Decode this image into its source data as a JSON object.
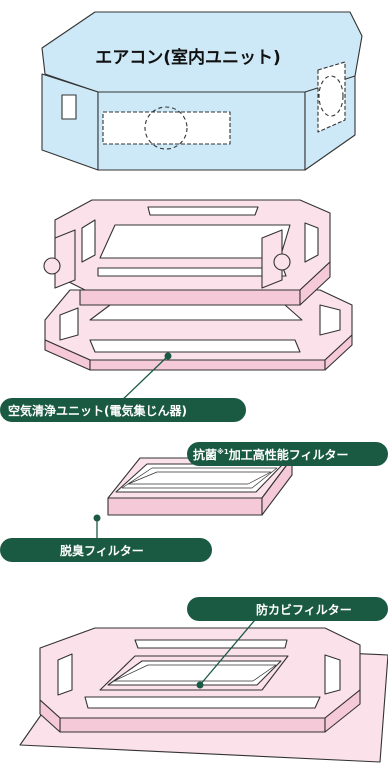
{
  "aircon": {
    "title": "エアコン(室内ユニット)"
  },
  "labels": {
    "air_purifier": "空気清浄ユニット(電気集じん器)",
    "antibacterial_filter": "抗菌",
    "antibacterial_filter_note": "※1",
    "antibacterial_filter_rest": "加工高性能フィルター",
    "deodorant_filter": "脱臭フィルター",
    "antimold_filter": "防カビフィルター"
  },
  "colors": {
    "aircon_fill": "#cde9f7",
    "pink_fill": "#fbe1ea",
    "label_green": "#1a5a43",
    "outline": "#333333"
  }
}
